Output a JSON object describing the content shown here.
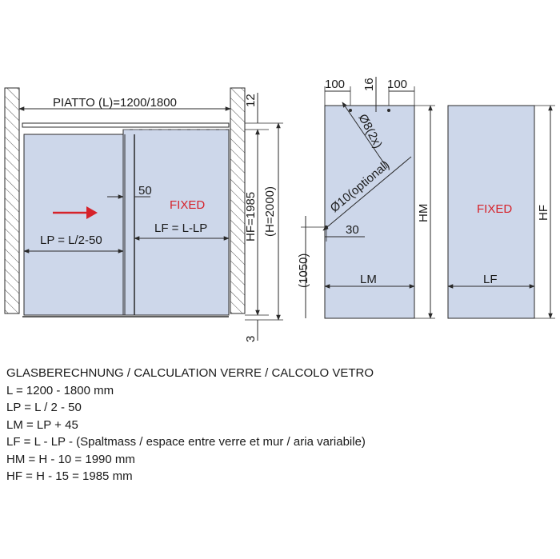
{
  "colors": {
    "glass": "#cdd7ea",
    "line": "#2a2a2a",
    "accent": "#d6222a",
    "wall": "#cfcfcf"
  },
  "left_view": {
    "piatto_label": "PIATTO (L)=1200/1800",
    "top_gap": "12",
    "bottom_gap": "3",
    "hf_label": "HF=1985",
    "h_label": "(H=2000)",
    "gap_label": "50",
    "fixed_label": "FIXED",
    "lp_label": "LP = L/2-50",
    "lf_label": "LF = L-LP",
    "arrow_icon": "arrow-right-icon"
  },
  "middle_view": {
    "top_left_dim": "100",
    "top_mid_dim": "16",
    "top_right_dim": "100",
    "hole_small": "Ø8(2x)",
    "hole_big": "Ø10(optional)",
    "edge_dim": "30",
    "height_1050": "(1050)",
    "hm_label": "HM",
    "lm_label": "LM"
  },
  "right_view": {
    "fixed_label": "FIXED",
    "hf_label": "HF",
    "lf_label": "LF"
  },
  "formulas": {
    "title": "GLASBERECHNUNG / CALCULATION VERRE / CALCOLO VETRO",
    "lines": [
      "L = 1200 - 1800 mm",
      "LP = L / 2 - 50",
      "LM = LP + 45",
      "LF = L - LP - (Spaltmass / espace entre verre et mur / aria variabile)",
      "HM = H - 10 = 1990 mm",
      "HF = H - 15 = 1985 mm"
    ]
  }
}
